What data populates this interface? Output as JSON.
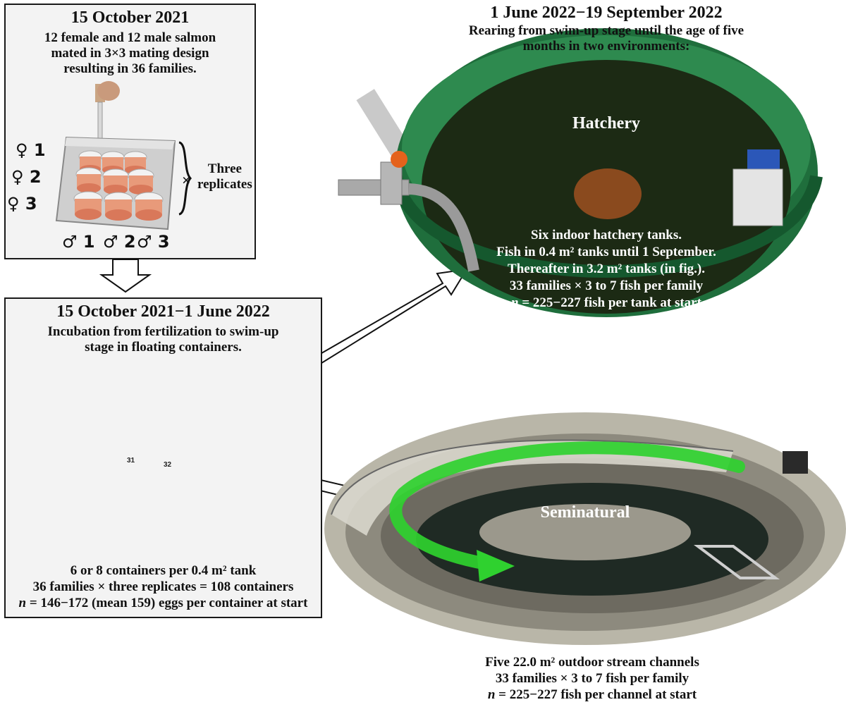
{
  "mating": {
    "date": "15 October 2021",
    "line1": "12 female and 12 male salmon",
    "line2": "mated in 3×3 mating design",
    "line3": "resulting in 36 families.",
    "female_labels": [
      "♀ 1",
      "♀ 2",
      "♀ 3"
    ],
    "male_labels": [
      "♂ 1",
      "♂ 2",
      "♂ 3"
    ],
    "times": "×",
    "replicates": "Three\nreplicates"
  },
  "incubation": {
    "date": "15 October 2021−1 June 2022",
    "line1": "Incubation from fertilization to swim-up",
    "line2": "stage in floating containers.",
    "cap1": "6 or 8 containers per 0.4 m² tank",
    "cap2": "36 families × three replicates = 108 containers",
    "cap3_n": "n",
    "cap3_rest": " = 146−172 (mean 159) eggs per container at start",
    "container_labels": [
      "31",
      "32"
    ]
  },
  "rearing": {
    "date": "1 June 2022−19 September 2022",
    "line1": "Rearing from swim-up stage until the age of five",
    "line2": "months in two environments:"
  },
  "hatchery": {
    "label": "Hatchery",
    "line1": "Six indoor hatchery tanks.",
    "line2": "Fish in 0.4 m² tanks until 1 September.",
    "line3": "Thereafter in 3.2 m² tanks (in fig.).",
    "line4": "33 families × 3  to 7 fish per family",
    "line5_n": "n",
    "line5_rest": " = 225−227 fish per tank at start"
  },
  "seminatural": {
    "label": "Seminatural",
    "cap1": "Five 22.0 m² outdoor stream channels",
    "cap2": "33 families × 3  to 7 fish per family",
    "cap3_n": "n",
    "cap3_rest": " = 225−227 fish per channel at start"
  },
  "colors": {
    "tank_green": "#1f6e3c",
    "water_dark": "#1c2a14",
    "arrow_green": "#2fd12f",
    "box_border": "#1a1a1a"
  }
}
